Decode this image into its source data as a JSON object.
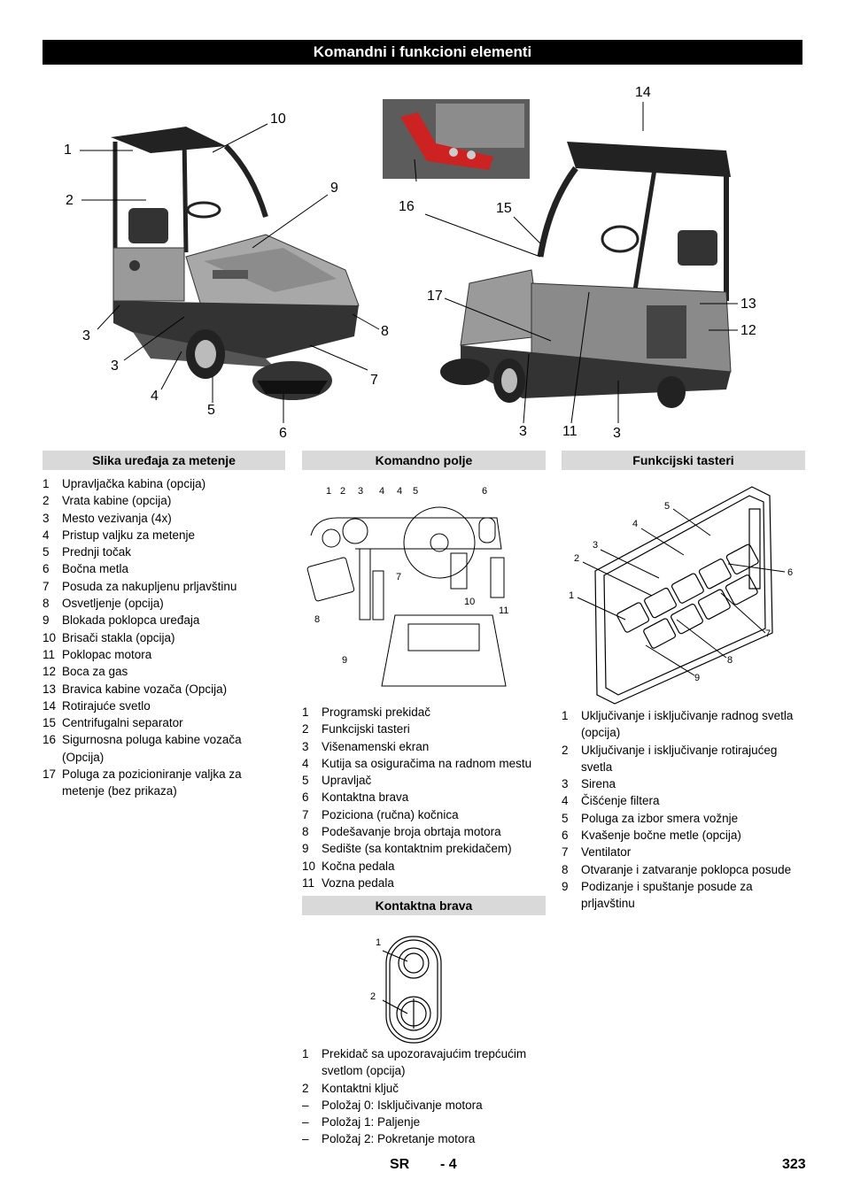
{
  "header": {
    "title": "Komandni i funkcioni elementi"
  },
  "photo_left_callouts": [
    "1",
    "2",
    "3",
    "3",
    "4",
    "5",
    "6",
    "7",
    "8",
    "9",
    "10"
  ],
  "photo_right_callouts": [
    "14",
    "16",
    "15",
    "17",
    "13",
    "12",
    "3",
    "11",
    "3"
  ],
  "sections": {
    "device": {
      "title": "Slika uređaja za metenje",
      "items": [
        {
          "n": "1",
          "t": "Upravljačka kabina (opcija)"
        },
        {
          "n": "2",
          "t": "Vrata kabine (opcija)"
        },
        {
          "n": "3",
          "t": "Mesto vezivanja (4x)"
        },
        {
          "n": "4",
          "t": "Pristup valjku za metenje"
        },
        {
          "n": "5",
          "t": "Prednji točak"
        },
        {
          "n": "6",
          "t": "Bočna metla"
        },
        {
          "n": "7",
          "t": "Posuda za nakupljenu prljavštinu"
        },
        {
          "n": "8",
          "t": "Osvetljenje (opcija)"
        },
        {
          "n": "9",
          "t": "Blokada poklopca uređaja"
        },
        {
          "n": "10",
          "t": "Brisači stakla (opcija)"
        },
        {
          "n": "11",
          "t": "Poklopac motora"
        },
        {
          "n": "12",
          "t": "Boca za gas"
        },
        {
          "n": "13",
          "t": "Bravica kabine vozača (Opcija)"
        },
        {
          "n": "14",
          "t": "Rotirajuće svetlo"
        },
        {
          "n": "15",
          "t": "Centrifugalni separator"
        },
        {
          "n": "16",
          "t": "Sigurnosna poluga kabine vozača (Opcija)"
        },
        {
          "n": "17",
          "t": "Poluga za pozicioniranje valjka za metenje (bez prikaza)"
        }
      ]
    },
    "panel": {
      "title": "Komandno polje",
      "diagram_labels": [
        "1",
        "2",
        "3",
        "4",
        "4",
        "5",
        "6",
        "7",
        "8",
        "9",
        "10",
        "11"
      ],
      "items": [
        {
          "n": "1",
          "t": "Programski prekidač"
        },
        {
          "n": "2",
          "t": "Funkcijski tasteri"
        },
        {
          "n": "3",
          "t": "Višenamenski ekran"
        },
        {
          "n": "4",
          "t": "Kutija sa osiguračima na radnom mestu"
        },
        {
          "n": "5",
          "t": "Upravljač"
        },
        {
          "n": "6",
          "t": "Kontaktna brava"
        },
        {
          "n": "7",
          "t": "Poziciona (ručna) kočnica"
        },
        {
          "n": "8",
          "t": "Podešavanje broja obrtaja motora"
        },
        {
          "n": "9",
          "t": "Sedište (sa kontaktnim prekidačem)"
        },
        {
          "n": "10",
          "t": "Kočna pedala"
        },
        {
          "n": "11",
          "t": "Vozna pedala"
        }
      ]
    },
    "keylock": {
      "title": "Kontaktna brava",
      "diagram_labels": [
        "1",
        "2"
      ],
      "items": [
        {
          "n": "1",
          "t": "Prekidač sa upozoravajućim trepćućim svetlom (opcija)"
        },
        {
          "n": "2",
          "t": "Kontaktni ključ"
        },
        {
          "n": "–",
          "t": "Položaj 0: Isključivanje motora"
        },
        {
          "n": "–",
          "t": "Položaj 1: Paljenje"
        },
        {
          "n": "–",
          "t": "Položaj 2: Pokretanje motora"
        }
      ]
    },
    "function_keys": {
      "title": "Funkcijski tasteri",
      "diagram_labels": [
        "1",
        "2",
        "3",
        "4",
        "5",
        "6",
        "7",
        "8",
        "9"
      ],
      "items": [
        {
          "n": "1",
          "t": "Uključivanje i isključivanje radnog svetla (opcija)"
        },
        {
          "n": "2",
          "t": "Uključivanje i isključivanje rotirajućeg svetla"
        },
        {
          "n": "3",
          "t": "Sirena"
        },
        {
          "n": "4",
          "t": "Čišćenje filtera"
        },
        {
          "n": "5",
          "t": "Poluga za izbor smera vožnje"
        },
        {
          "n": "6",
          "t": "Kvašenje bočne metle (opcija)"
        },
        {
          "n": "7",
          "t": "Ventilator"
        },
        {
          "n": "8",
          "t": "Otvaranje i zatvaranje poklopca posude"
        },
        {
          "n": "9",
          "t": "Podizanje i spuštanje posude za prljavštinu"
        }
      ]
    }
  },
  "footer": {
    "lang": "SR",
    "page_in_section": "- 4",
    "page_number": "323"
  }
}
